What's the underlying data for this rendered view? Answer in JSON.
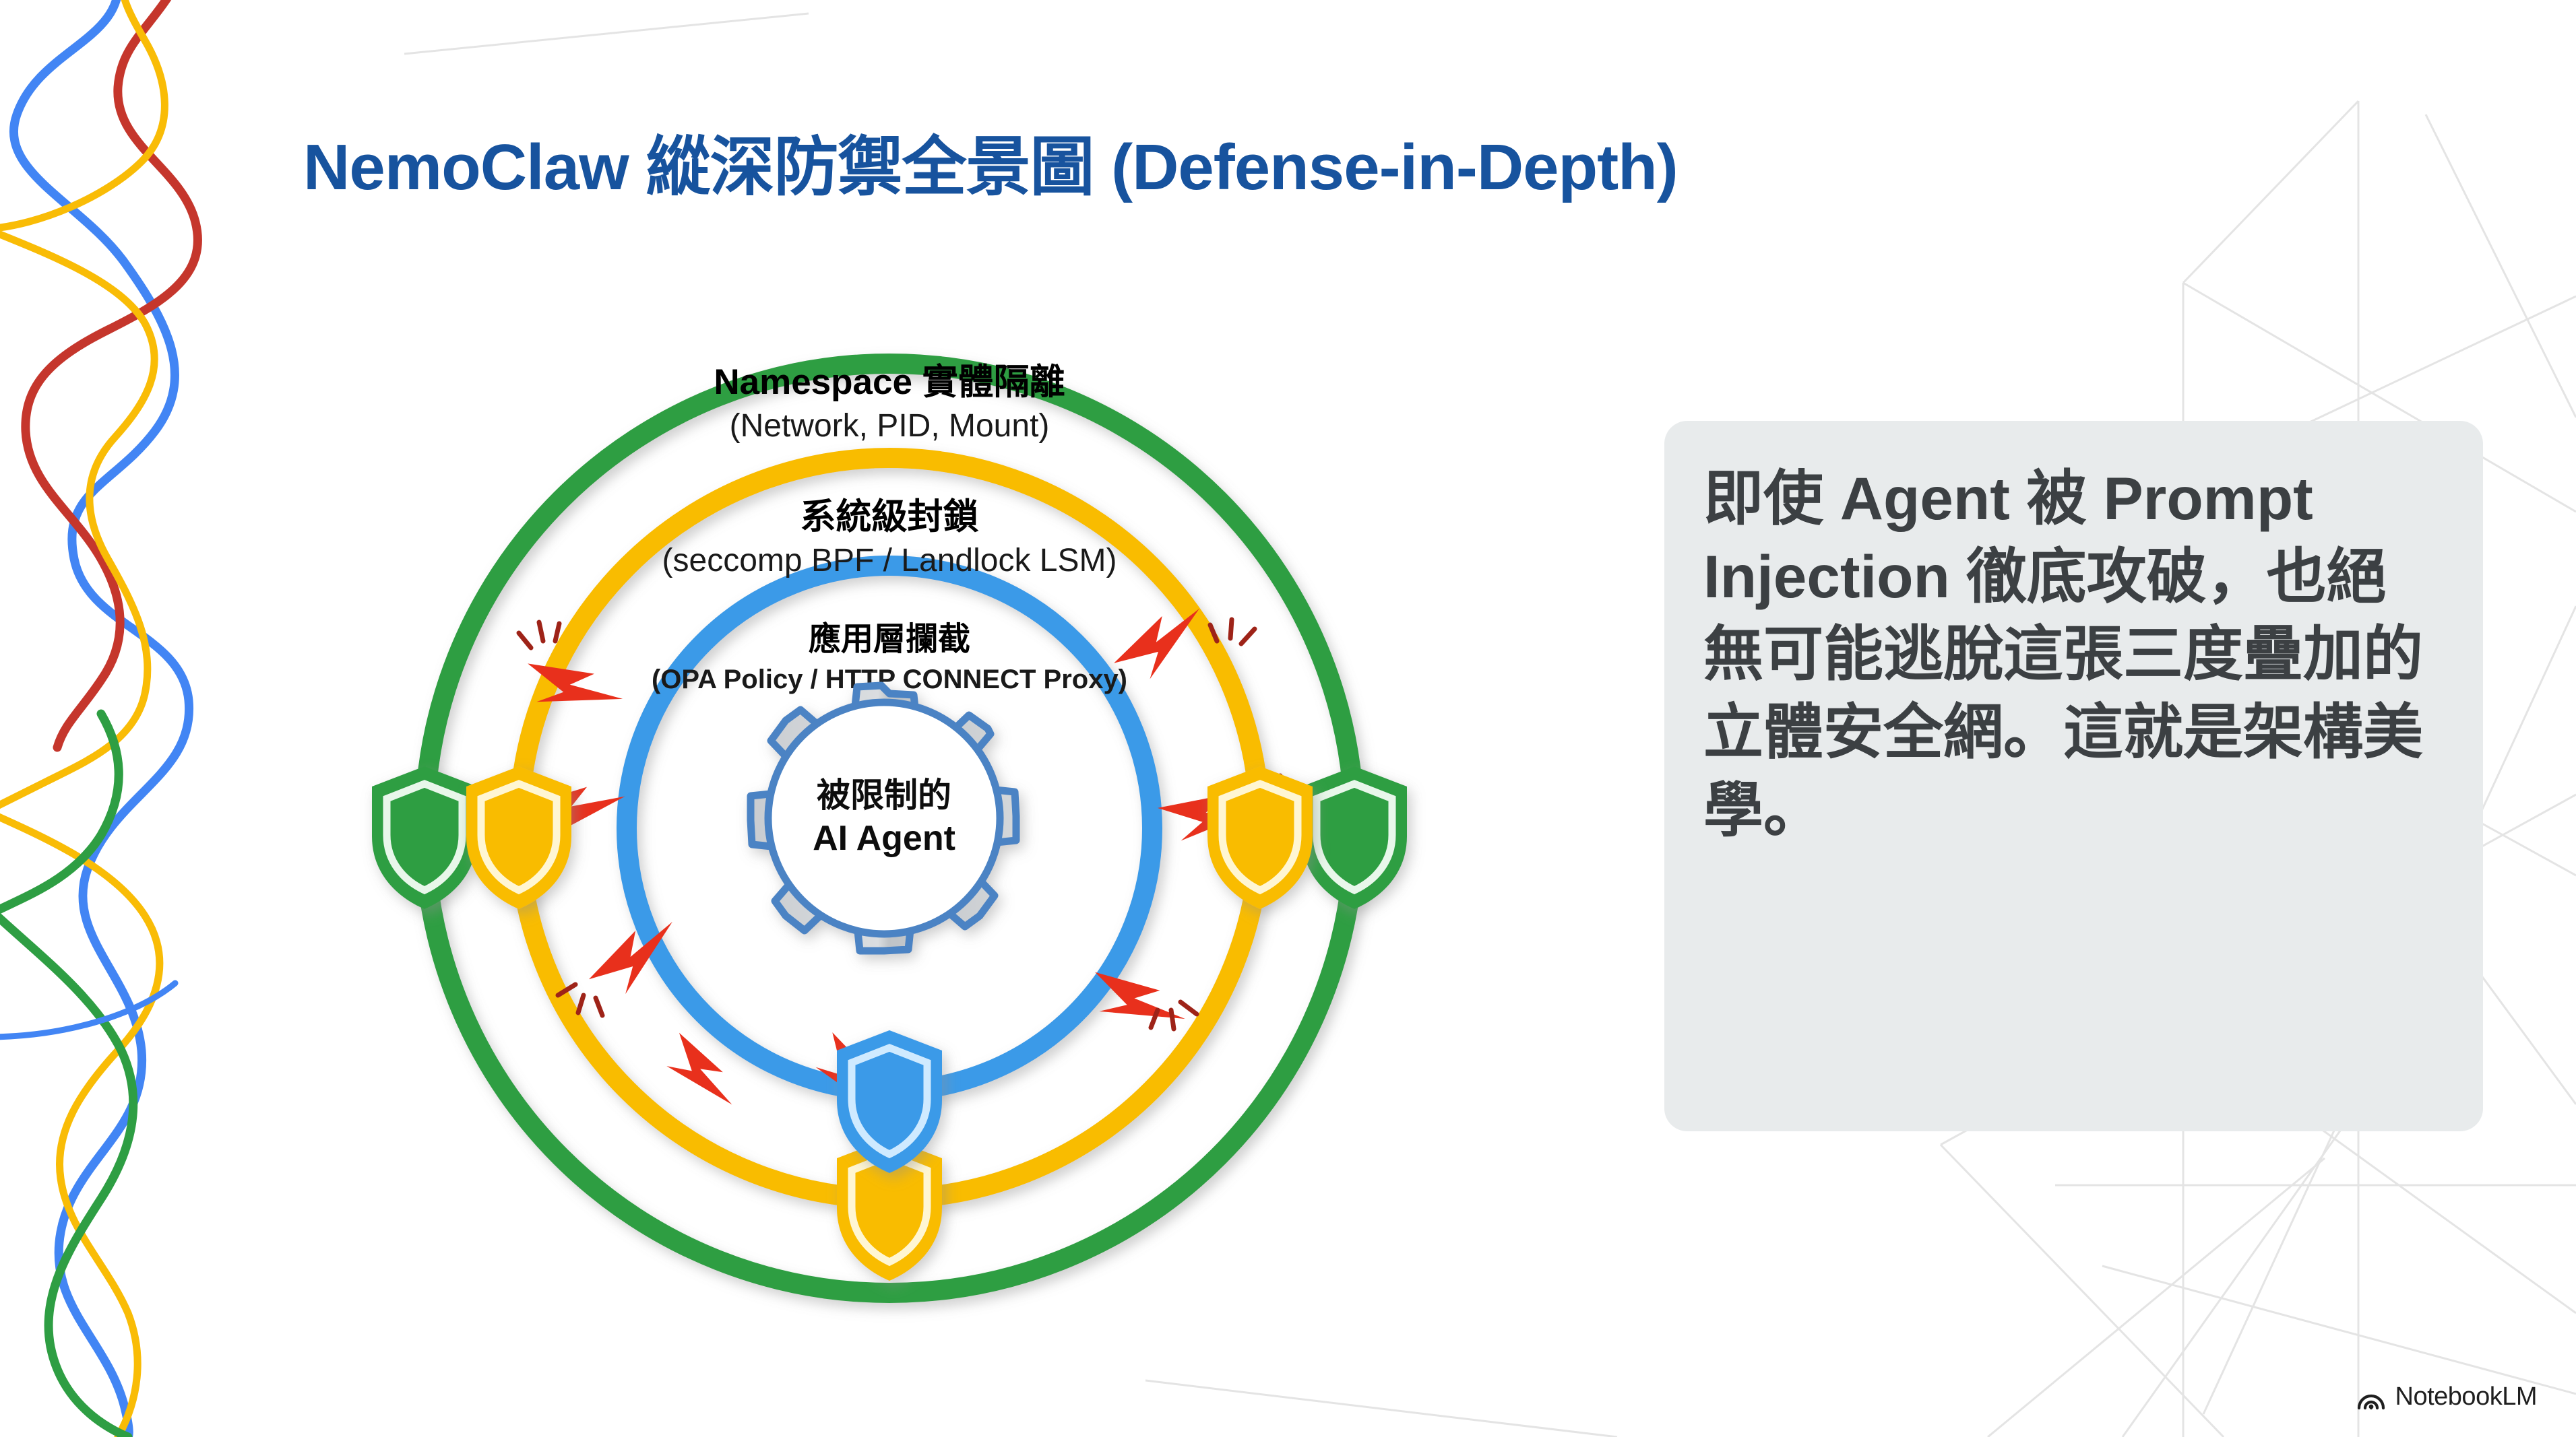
{
  "slide": {
    "title": "NemoClaw 縱深防禦全景圖 (Defense-in-Depth)",
    "title_color": "#17539E",
    "background_color": "#FFFFFF"
  },
  "diagram": {
    "type": "concentric-rings",
    "center_node": {
      "label_line1": "被限制的",
      "label_line2": "AI Agent",
      "icon": "gear-icon",
      "fill_color": "#D2D5D8",
      "stroke_color": "#4B83C4"
    },
    "attack_indicator": {
      "icon": "lightning-bolt-icon",
      "color": "#E8301C",
      "count": 8,
      "meaning": "Prompt Injection attacks blocked by inner ring"
    },
    "rings": [
      {
        "index": 1,
        "position": "outer",
        "title": "Namespace 實體隔離",
        "subtitle": "(Network, PID, Mount)",
        "color": "#2E9E43",
        "shield_icon": "shield-icon",
        "shield_count": 2
      },
      {
        "index": 2,
        "position": "middle",
        "title": "系統級封鎖",
        "subtitle": "(seccomp BPF / Landlock LSM)",
        "color": "#F9BC06",
        "shield_icon": "shield-icon",
        "shield_count": 3
      },
      {
        "index": 3,
        "position": "inner",
        "title": "應用層攔截",
        "subtitle": "(OPA Policy / HTTP CONNECT Proxy)",
        "color": "#3B9AE8",
        "shield_icon": "shield-icon",
        "shield_count": 1
      }
    ]
  },
  "callout": {
    "text": "即使 Agent 被 Prompt Injection 徹底攻破，也絕無可能逃脫這張三度疊加的立體安全網。這就是架構美學。",
    "background_color": "#E8EBEC",
    "text_color": "#3C4043"
  },
  "watermark": {
    "label": "NotebookLM",
    "icon": "notebooklm-icon"
  },
  "decoration": {
    "squiggle_colors": [
      "#4285F4",
      "#C5362C",
      "#F9BC06",
      "#2E9E43"
    ],
    "network_line_color": "#E4E4E4"
  }
}
